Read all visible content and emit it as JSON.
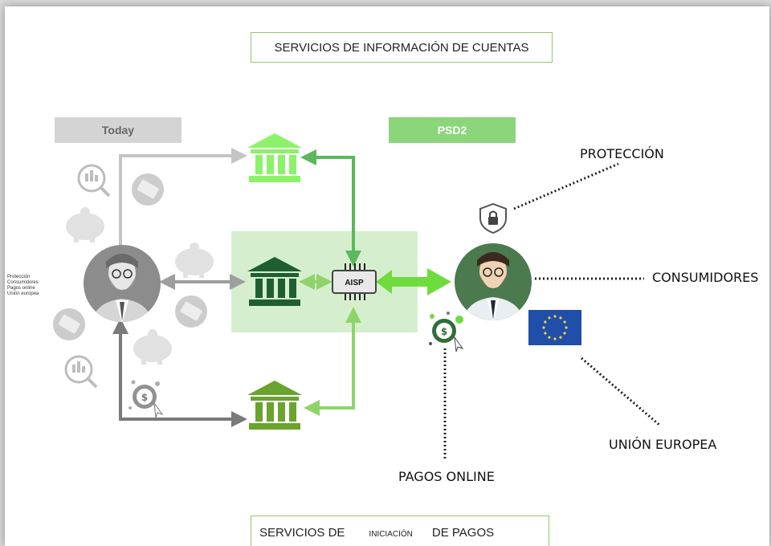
{
  "title": "SERVICIOS DE INFORMACIÓN DE CUENTAS",
  "footer": {
    "part1": "SERVICIOS DE",
    "part2": "INICIACIÓN",
    "part3": "DE PAGOS"
  },
  "headers": {
    "today": "Today",
    "psd2": "PSD2"
  },
  "chip_label": "AISP",
  "labels": {
    "proteccion": "PROTECCIÓN",
    "consumidores": "CONSUMIDORES",
    "union": "UNIÓN EUROPEA",
    "pagos": "PAGOS ONLINE"
  },
  "tiny_legend": [
    "Protección",
    "Consumidores",
    "Pagos online",
    "Unión europea"
  ],
  "colors": {
    "green_light": "#7ed957",
    "green_mid": "#5cb85c",
    "green_dark": "#1f5f2f",
    "green_olive": "#6aa32e",
    "grey": "#9e9e9e",
    "panel": "#d5efce",
    "eu_blue": "#1f4fa8",
    "eu_star": "#f4d03f"
  }
}
